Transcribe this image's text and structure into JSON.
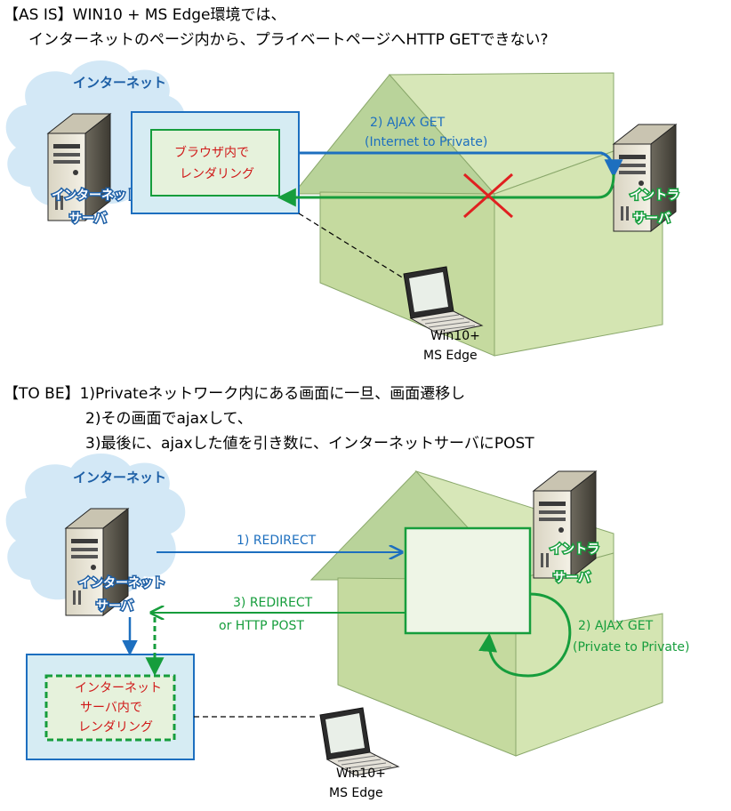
{
  "header": {
    "as_is_line1": "【AS IS】WIN10 + MS Edge環境では、",
    "as_is_line2": "インターネットのページ内から、プライベートページへHTTP GETできない?",
    "to_be_line1": "【TO BE】1)Privateネットワーク内にある画面に一旦、画面遷移し",
    "to_be_line2": "2)その画面でajaxして、",
    "to_be_line3": "3)最後に、ajaxした値を引き数に、インターネットサーバにPOST"
  },
  "top": {
    "cloud_title": "インターネット",
    "internet_server_line1": "インターネット",
    "internet_server_line2": "サーバ",
    "browser_line1": "ブラウザ内で",
    "browser_line2": "レンダリング",
    "ajax_line1": "2) AJAX GET",
    "ajax_line2": "(Internet to Private)",
    "intra_line1": "イントラ",
    "intra_line2": "サーバ",
    "device_line1": "Win10+",
    "device_line2": "MS Edge"
  },
  "bottom": {
    "cloud_title": "インターネット",
    "internet_server_line1": "インターネット",
    "internet_server_line2": "サーバ",
    "redirect_label": "1) REDIRECT",
    "post_line1": "3) REDIRECT",
    "post_line2": "or HTTP POST",
    "intra_line1": "イントラ",
    "intra_line2": "サーバ",
    "ajax_line1": "2) AJAX GET",
    "ajax_line2": "(Private to Private)",
    "render_line1": "インターネット",
    "render_line2": "サーバ内で",
    "render_line3": "レンダリング",
    "device_line1": "Win10+",
    "device_line2": "MS Edge"
  },
  "colors": {
    "blue": "#1d6fbf",
    "green": "#169d3c",
    "red": "#e02020",
    "house": "#d4e5b2",
    "cloud": "#d3e8f6"
  }
}
